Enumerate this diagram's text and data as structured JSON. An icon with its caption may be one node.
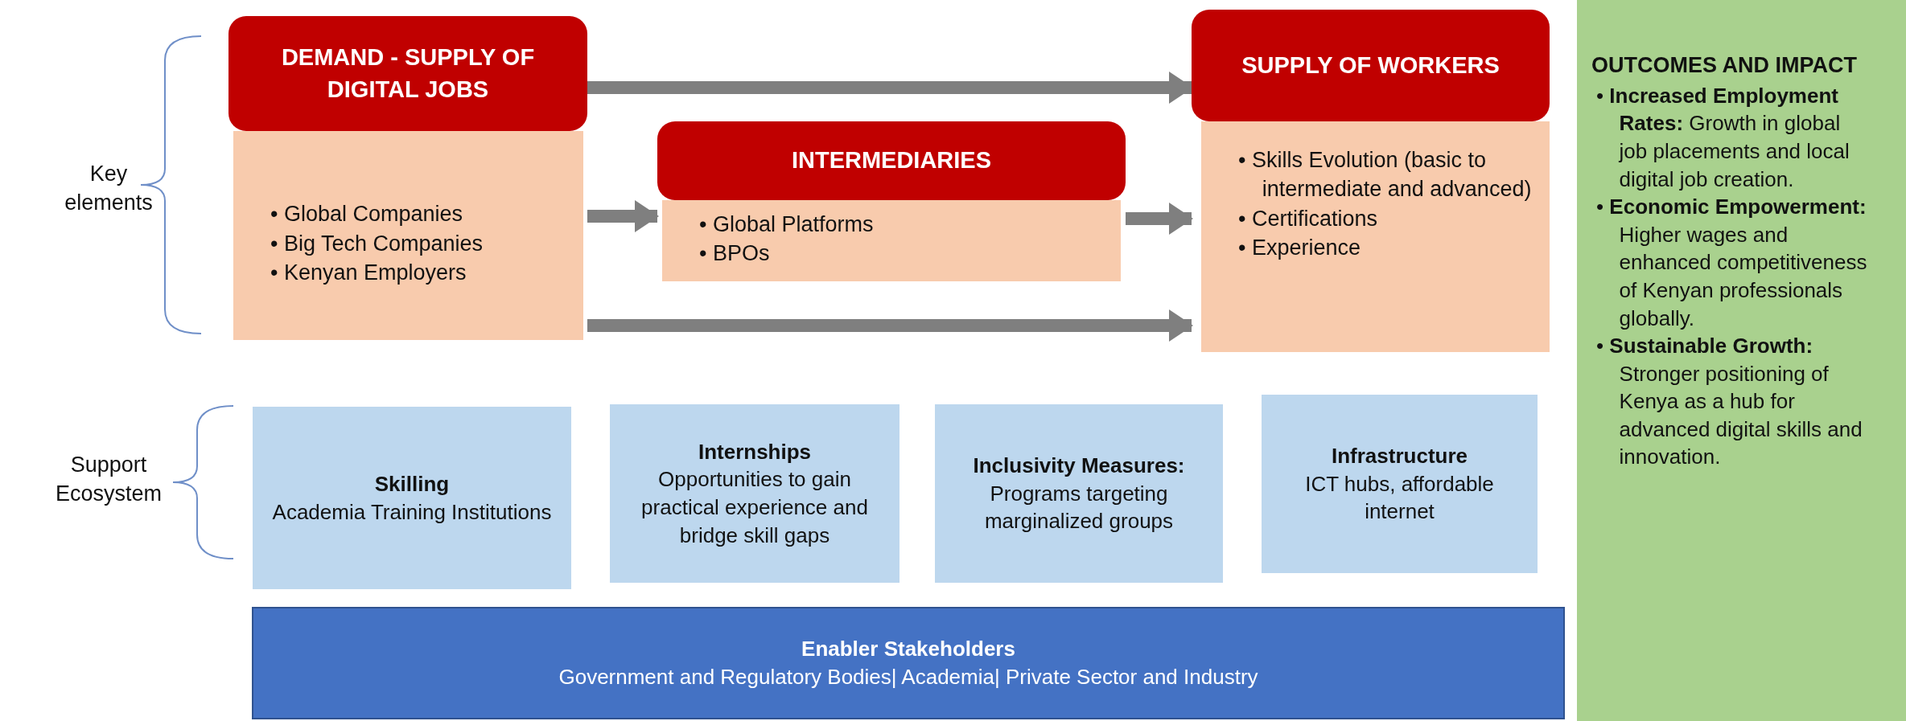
{
  "diagram": {
    "nodes": [
      {
        "text": [
          "DEMAND - SUPPLY OF DIGITAL JOBS",
          "• Global Companies",
          "• Big Tech Companies",
          "• Kenyan Employers"
        ]
      },
      {
        "text": [
          "INTERMEDIARIES",
          "• Global Platforms",
          "• BPOs"
        ]
      },
      {
        "text": [
          "SUPPLY  OF WORKERS",
          "• Skills Evolution (basic to intermediate and advanced)",
          "• Certifications",
          "• Experience"
        ]
      },
      {
        "text": [
          "OUTCOMES AND IMPACT",
          "• **Increased Employment Rates:** Growth in global job placements and local digital job creation.",
          "• **Economic Empowerment:** Higher wages and enhanced competitiveness of Kenyan professionals globally.",
          "• **Sustainable Growth:** Stronger positioning of Kenya as a hub for advanced digital skills and innovation."
        ]
      },
      {
        "text": [
          "Skilling",
          "Academia Training Institutions"
        ]
      },
      {
        "text": [
          "Internships",
          "Opportunities to gain practical experience and bridge skill gaps"
        ]
      },
      {
        "text": [
          "Inclusivity Measures:",
          "Programs targeting marginalized groups"
        ]
      },
      {
        "text": [
          "Infrastructure",
          "ICT hubs, affordable internet"
        ]
      },
      {
        "text": [
          "Enabler Stakeholders",
          "Government and Regulatory Bodies| Academia| Private Sector and Industry"
        ]
      }
    ],
    "edges": [
      {
        "from": 0,
        "to": 2,
        "arrow": "to"
      },
      {
        "from": 0,
        "to": 1,
        "arrow": "to"
      },
      {
        "from": 1,
        "to": 2,
        "arrow": "to"
      },
      {
        "from": 0,
        "to": 2,
        "arrow": "to"
      }
    ],
    "labels": [
      "Key elements",
      "Support Ecosystem"
    ]
  }
}
